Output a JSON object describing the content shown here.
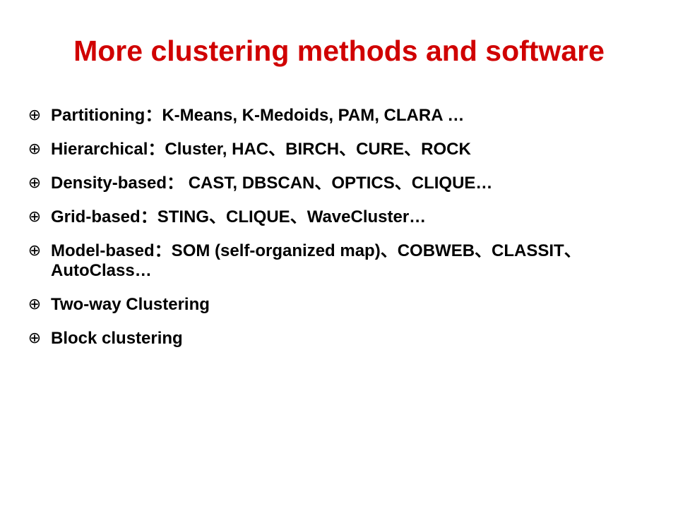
{
  "slide": {
    "title": "More clustering methods and software",
    "bullet_symbol": "⊕",
    "title_color": "#d00000",
    "text_color": "#000000",
    "bullets": [
      "Partitioning：K-Means, K-Medoids, PAM, CLARA …",
      "Hierarchical：Cluster, HAC、BIRCH、CURE、ROCK",
      "Density-based： CAST, DBSCAN、OPTICS、CLIQUE…",
      "Grid-based：STING、CLIQUE、WaveCluster…",
      "Model-based：SOM (self-organized map)、COBWEB、CLASSIT、AutoClass…",
      "Two-way Clustering",
      "Block clustering"
    ]
  }
}
